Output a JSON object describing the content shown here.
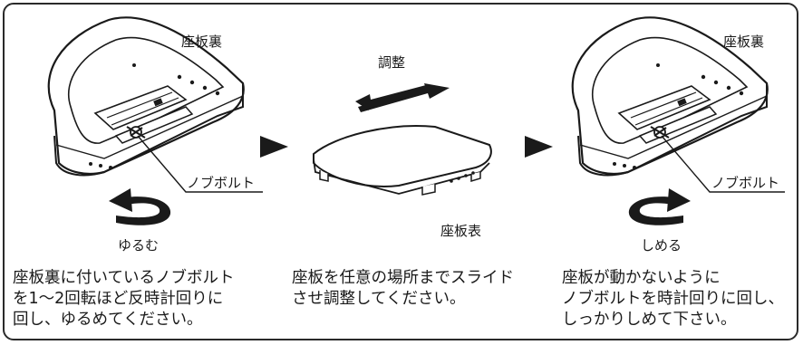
{
  "labels": {
    "seat_back_left": "座板裏",
    "seat_back_right": "座板裏",
    "adjust": "調整",
    "knob_bolt_left": "ノブボルト",
    "knob_bolt_right": "ノブボルト",
    "seat_top": "座板表",
    "loosen": "ゆるむ",
    "tighten": "しめる"
  },
  "steps": [
    {
      "lines": [
        "座板裏に付いているノブボルト",
        "を1～2回転ほど反時計回りに",
        "回し、ゆるめてください。"
      ]
    },
    {
      "lines": [
        "座板を任意の場所までスライド",
        "させ調整してください。"
      ]
    },
    {
      "lines": [
        "座板が動かないように",
        "ノブボルトを時計回りに回し、",
        "しっかりしめて下さい。"
      ]
    }
  ],
  "icons": {
    "left_panel": "seat-underside-icon",
    "right_panel": "seat-underside-icon",
    "middle_panel": "seat-top-icon",
    "slide": "slide-arrows-icon",
    "loosen": "counterclockwise-arrow-icon",
    "tighten": "clockwise-arrow-icon",
    "step": "play-triangle-icon"
  }
}
